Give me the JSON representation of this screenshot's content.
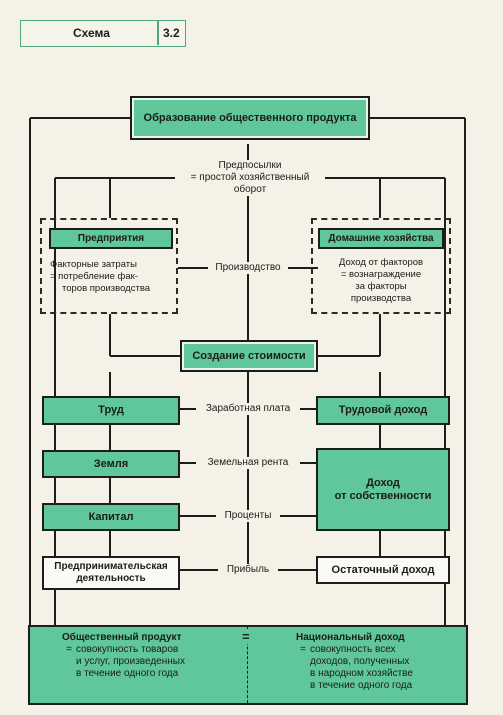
{
  "header": {
    "scheme_label": "Схема",
    "scheme_number": "3.2"
  },
  "top": {
    "title": "Образование общественного продукта"
  },
  "prerequisites": {
    "line1": "Предпосылки",
    "line2": "= простой хозяйственный",
    "line3": "оборот"
  },
  "production": "Производство",
  "enterprises": {
    "title": "Предприятия",
    "line1": "Факторные затраты",
    "line2": "=  потребление фак-",
    "line3": "торов производства"
  },
  "households": {
    "title": "Домашние хозяйства",
    "line1": "Доход от факторов",
    "line2": "=  вознаграждение",
    "line3": "за факторы",
    "line4": "производства"
  },
  "value_creation": "Создание стоимости",
  "rows": [
    {
      "left": "Труд",
      "middle": "Заработная плата",
      "right": "Трудовой доход"
    },
    {
      "left": "Земля",
      "middle": "Земельная рента"
    },
    {
      "left": "Капитал",
      "middle": "Проценты"
    },
    {
      "left_line1": "Предпринимательская",
      "left_line2": "деятельность",
      "middle": "Прибыль",
      "right": "Остаточный доход"
    }
  ],
  "property_income": {
    "line1": "Доход",
    "line2": "от собственности"
  },
  "bottom": {
    "left_title": "Общественный продукт",
    "left_l1": "совокупность товаров",
    "left_l2": "и услуг, произведенных",
    "left_l3": "в течение одного года",
    "equals": "=",
    "right_title": "Национальный доход",
    "right_l1": "совокупность всех",
    "right_l2": "доходов, полученных",
    "right_l3": "в народном хозяйстве",
    "right_l4": "в течение одного года"
  },
  "colors": {
    "green": "#5fc79a",
    "background": "#f4f1e6",
    "line": "#1d1d1d"
  }
}
